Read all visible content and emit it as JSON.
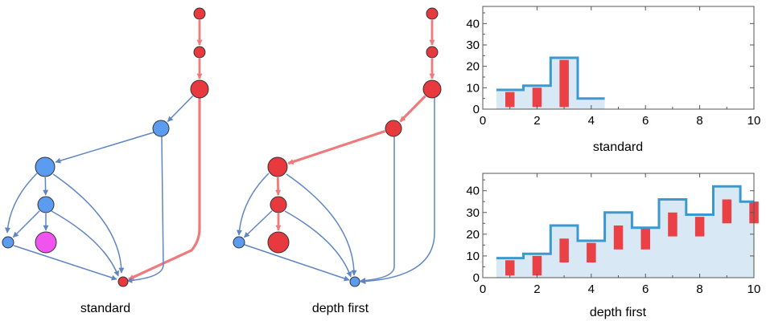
{
  "colors": {
    "red": "#e8393f",
    "red_edge": "#ee7a7c",
    "blue": "#5b9cf0",
    "blue_edge": "#5f86c4",
    "magenta": "#f154ee",
    "step_line": "#3a99d0",
    "step_fill": "#d8e8f5",
    "bar": "#ea4146",
    "axis": "#555555"
  },
  "graphs": [
    {
      "label": "standard",
      "nodes": [
        {
          "id": "n1",
          "color": "red"
        },
        {
          "id": "n2",
          "color": "red"
        },
        {
          "id": "n3",
          "color": "red"
        },
        {
          "id": "n4",
          "color": "blue"
        },
        {
          "id": "n5",
          "color": "blue"
        },
        {
          "id": "n6",
          "color": "blue"
        },
        {
          "id": "n7",
          "color": "blue"
        },
        {
          "id": "n8",
          "color": "magenta"
        },
        {
          "id": "n9",
          "color": "red"
        }
      ],
      "edges": [
        {
          "from": "n1",
          "to": "n2",
          "color": "red"
        },
        {
          "from": "n2",
          "to": "n3",
          "color": "red"
        },
        {
          "from": "n3",
          "to": "n4",
          "color": "blue"
        },
        {
          "from": "n3",
          "to": "n9",
          "color": "red"
        },
        {
          "from": "n4",
          "to": "n5",
          "color": "blue"
        },
        {
          "from": "n4",
          "to": "n9",
          "color": "blue"
        },
        {
          "from": "n5",
          "to": "n6",
          "color": "blue"
        },
        {
          "from": "n5",
          "to": "n7",
          "color": "blue"
        },
        {
          "from": "n5",
          "to": "n9",
          "color": "blue"
        },
        {
          "from": "n6",
          "to": "n7",
          "color": "blue"
        },
        {
          "from": "n6",
          "to": "n8",
          "color": "blue"
        },
        {
          "from": "n6",
          "to": "n9",
          "color": "blue"
        },
        {
          "from": "n7",
          "to": "n9",
          "color": "blue"
        }
      ]
    },
    {
      "label": "depth first",
      "nodes": [
        {
          "id": "n1",
          "color": "red"
        },
        {
          "id": "n2",
          "color": "red"
        },
        {
          "id": "n3",
          "color": "red"
        },
        {
          "id": "n4",
          "color": "red"
        },
        {
          "id": "n5",
          "color": "red"
        },
        {
          "id": "n6",
          "color": "red"
        },
        {
          "id": "n7",
          "color": "blue"
        },
        {
          "id": "n8",
          "color": "red"
        },
        {
          "id": "n9",
          "color": "blue"
        }
      ],
      "edges": [
        {
          "from": "n1",
          "to": "n2",
          "color": "red"
        },
        {
          "from": "n2",
          "to": "n3",
          "color": "red"
        },
        {
          "from": "n3",
          "to": "n4",
          "color": "red"
        },
        {
          "from": "n3",
          "to": "n9",
          "color": "blue"
        },
        {
          "from": "n4",
          "to": "n5",
          "color": "red"
        },
        {
          "from": "n4",
          "to": "n9",
          "color": "blue"
        },
        {
          "from": "n5",
          "to": "n6",
          "color": "red"
        },
        {
          "from": "n5",
          "to": "n7",
          "color": "blue"
        },
        {
          "from": "n5",
          "to": "n9",
          "color": "blue"
        },
        {
          "from": "n6",
          "to": "n7",
          "color": "blue"
        },
        {
          "from": "n6",
          "to": "n8",
          "color": "red"
        },
        {
          "from": "n6",
          "to": "n9",
          "color": "blue"
        },
        {
          "from": "n7",
          "to": "n9",
          "color": "blue"
        }
      ]
    }
  ],
  "chart_data": [
    {
      "type": "bar",
      "title": "",
      "xlabel": "standard",
      "ylabel": "",
      "xlim": [
        0,
        10
      ],
      "ylim": [
        0,
        48
      ],
      "xticks": [
        0,
        2,
        4,
        6,
        8,
        10
      ],
      "yticks": [
        0,
        10,
        20,
        30,
        40
      ],
      "grid": false,
      "step_line": {
        "x": [
          0.5,
          1.5,
          2.5,
          3.5,
          4.5
        ],
        "y": [
          9,
          11,
          24,
          5
        ]
      },
      "bars": [
        {
          "x": 1,
          "low": 1,
          "high": 8
        },
        {
          "x": 2,
          "low": 1,
          "high": 10
        },
        {
          "x": 3,
          "low": 1,
          "high": 23
        }
      ]
    },
    {
      "type": "bar",
      "title": "",
      "xlabel": "depth first",
      "ylabel": "",
      "xlim": [
        0,
        10
      ],
      "ylim": [
        0,
        48
      ],
      "xticks": [
        0,
        2,
        4,
        6,
        8,
        10
      ],
      "yticks": [
        0,
        10,
        20,
        30,
        40
      ],
      "grid": false,
      "step_line": {
        "x": [
          0.5,
          1.5,
          2.5,
          3.5,
          4.5,
          5.5,
          6.5,
          7.5,
          8.5,
          9.5,
          10
        ],
        "y": [
          9,
          11,
          24,
          17,
          30,
          23,
          36,
          29,
          42,
          35
        ]
      },
      "bars": [
        {
          "x": 1,
          "low": 1,
          "high": 8
        },
        {
          "x": 2,
          "low": 1,
          "high": 10
        },
        {
          "x": 3,
          "low": 7,
          "high": 18
        },
        {
          "x": 4,
          "low": 7,
          "high": 16
        },
        {
          "x": 5,
          "low": 13,
          "high": 24
        },
        {
          "x": 6,
          "low": 13,
          "high": 23
        },
        {
          "x": 7,
          "low": 19,
          "high": 30
        },
        {
          "x": 8,
          "low": 19,
          "high": 28
        },
        {
          "x": 9,
          "low": 25,
          "high": 36
        },
        {
          "x": 10,
          "low": 25,
          "high": 35
        }
      ]
    }
  ]
}
